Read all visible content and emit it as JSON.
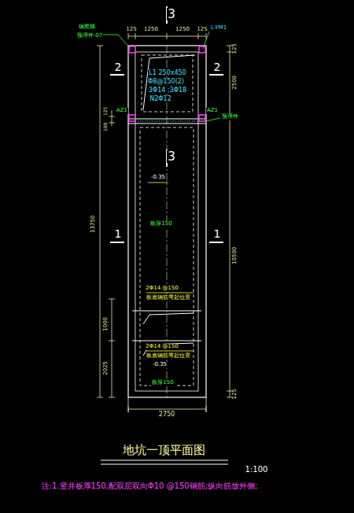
{
  "diagram": {
    "title": "地坑一顶平面图",
    "labels": [
      "3",
      "125",
      "1250",
      "1250",
      "125",
      "钢爬梯",
      "预埋件-07",
      "L-YM1",
      "2",
      "2",
      "L1 250x450",
      "Φ8@150(2)",
      "3Φ14 ;3Φ18",
      "N2Φ12",
      "125",
      "2500",
      "13750",
      "100",
      "125",
      "AZ1",
      "AZ1",
      "预埋件",
      "3",
      "-0.35",
      "板厚150",
      "1",
      "1",
      "10500",
      "2Φ14 @150",
      "板底钢筋弯起位置",
      "1000",
      "2Φ14 @150",
      "板底钢筋弯起位置",
      "-0.35",
      "板厚150",
      "2025",
      "125",
      "2750",
      "1:100",
      "注:1.竖井板厚150,配双层双向Φ10 @150钢筋;纵向筋放外侧;"
    ]
  }
}
